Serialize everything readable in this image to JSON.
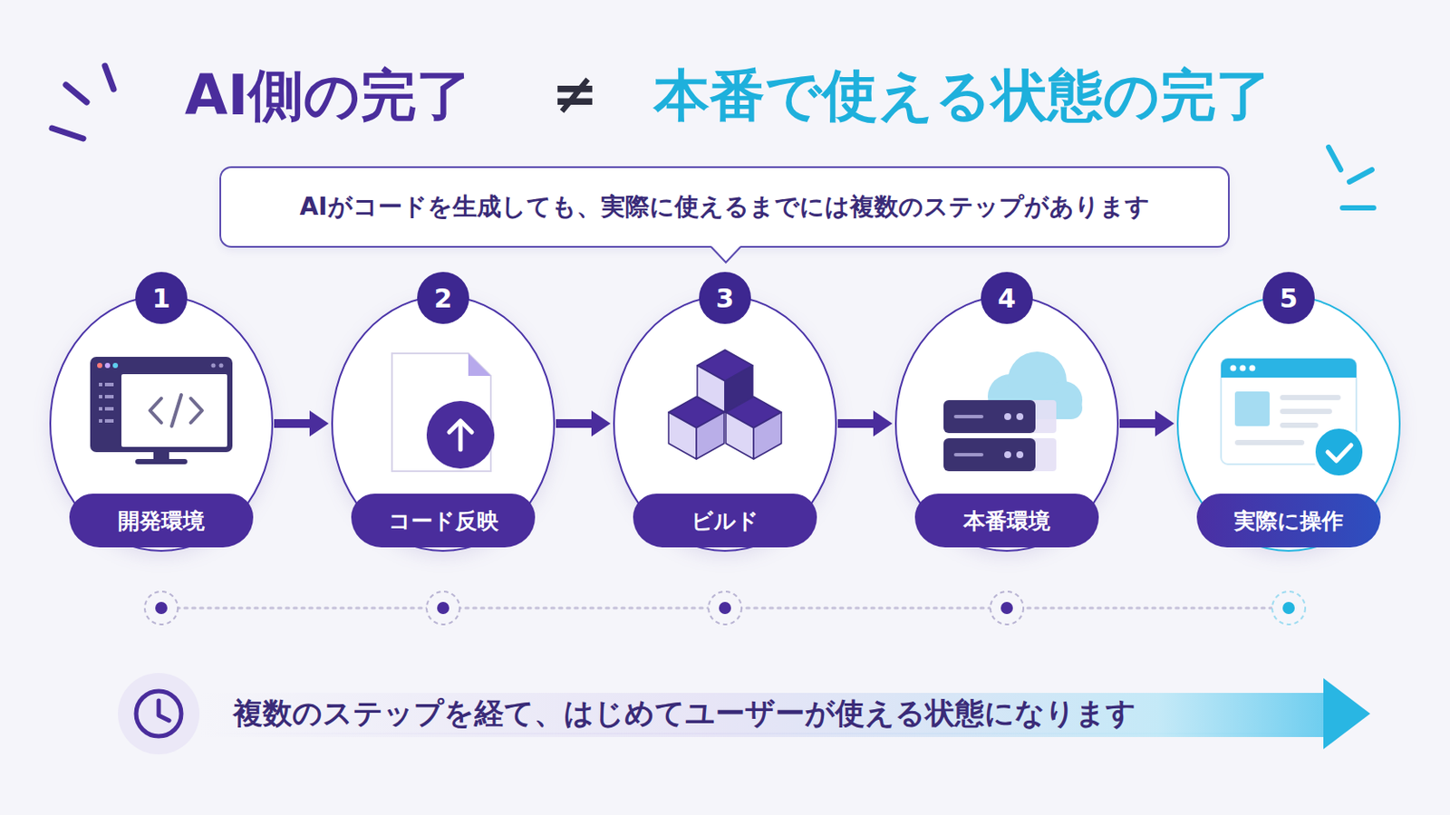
{
  "diagram": {
    "title": "AI側の完了",
    "caption": "複数のステップを経て、はじめてユーザーが使える状態になります",
    "nodes": [
      {
        "text": [
          "AIがコードを生成しても、実際に使えるまでには複数のステップがあります"
        ]
      },
      {
        "text": [
          "1",
          "開発環境"
        ]
      },
      {
        "text": [
          "2",
          "コード反映"
        ]
      },
      {
        "text": [
          "3",
          "ビルド"
        ]
      },
      {
        "text": [
          "4",
          "本番環境"
        ]
      },
      {
        "text": [
          "5",
          "実際に操作"
        ]
      }
    ],
    "edges": [
      {
        "from": 1,
        "to": 2,
        "arrow": "to"
      },
      {
        "from": 2,
        "to": 3,
        "arrow": "to"
      },
      {
        "from": 3,
        "to": 4,
        "arrow": "to"
      },
      {
        "from": 4,
        "to": 5,
        "arrow": "to"
      }
    ],
    "labels": [
      "≠",
      "本番で使える状態の完了"
    ]
  }
}
